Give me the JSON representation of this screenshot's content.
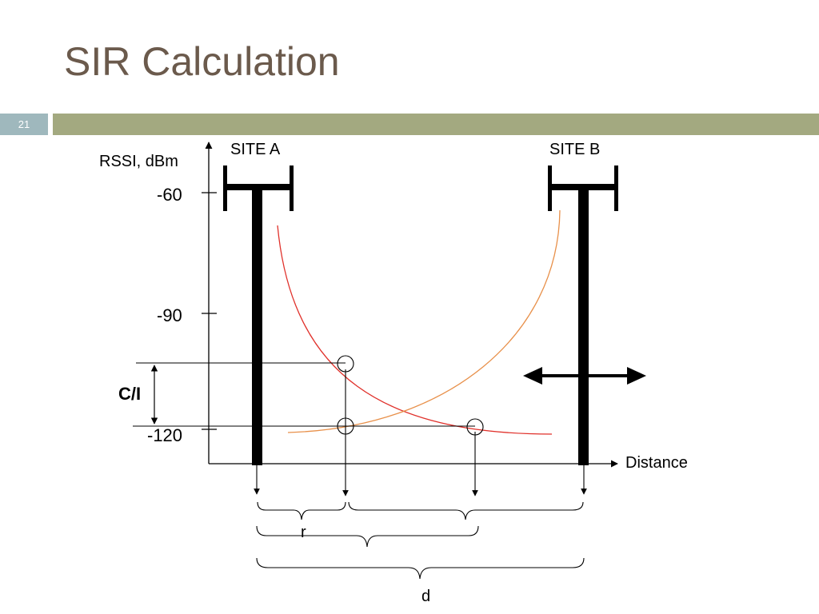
{
  "slide": {
    "title": "SIR Calculation",
    "number": "21"
  },
  "diagram": {
    "y_axis_label": "RSSI, dBm",
    "x_axis_label": "Distance",
    "site_a_label": "SITE A",
    "site_b_label": "SITE B",
    "y_ticks": [
      "-60",
      "-90",
      "-120"
    ],
    "ci_label": "C/I",
    "r_label": "r",
    "d_label": "d",
    "colors": {
      "site_a_curve": "#e0302a",
      "site_b_curve": "#e8904a",
      "title": "#6b5a4c",
      "number_bar": "#9fb8bd",
      "accent_bar": "#a3a980"
    }
  }
}
